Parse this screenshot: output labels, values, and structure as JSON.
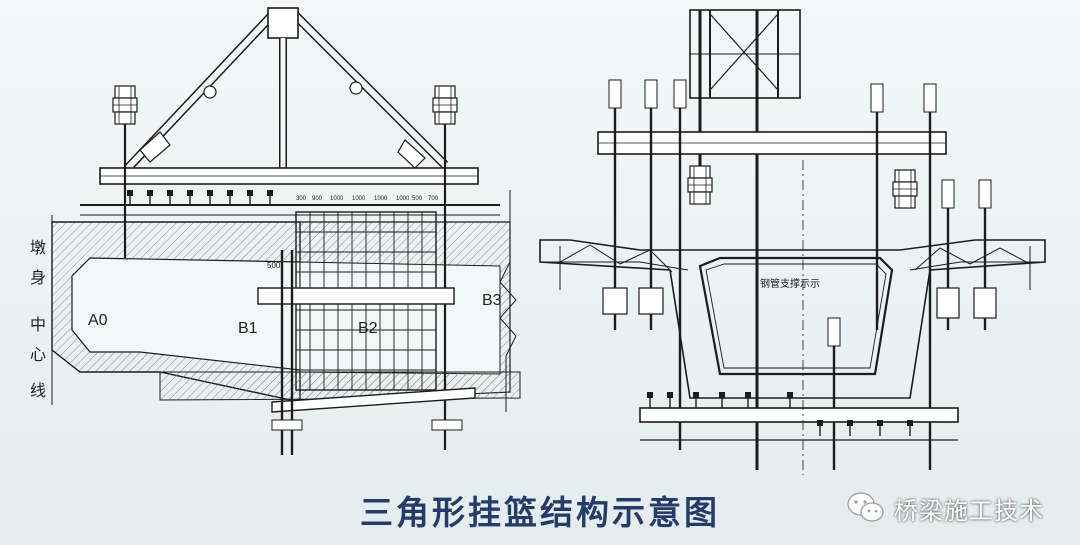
{
  "caption": "三角形挂篮结构示意图",
  "watermark": "桥梁施工技术",
  "left_diagram": {
    "vertical_label": [
      "墩",
      "身",
      "中",
      "心",
      "线"
    ],
    "segments": [
      "A0",
      "B1",
      "B2",
      "B3"
    ],
    "dim_500": "500",
    "top_dims": [
      "300",
      "900",
      "1000",
      "1000",
      "1000",
      "1000",
      "500",
      "700"
    ]
  },
  "right_diagram": {
    "pipe_note": "钢管支撑示示"
  },
  "colors": {
    "line": "#1c1c1c",
    "hatch": "#8a8a8a",
    "caption": "#253b6a"
  }
}
